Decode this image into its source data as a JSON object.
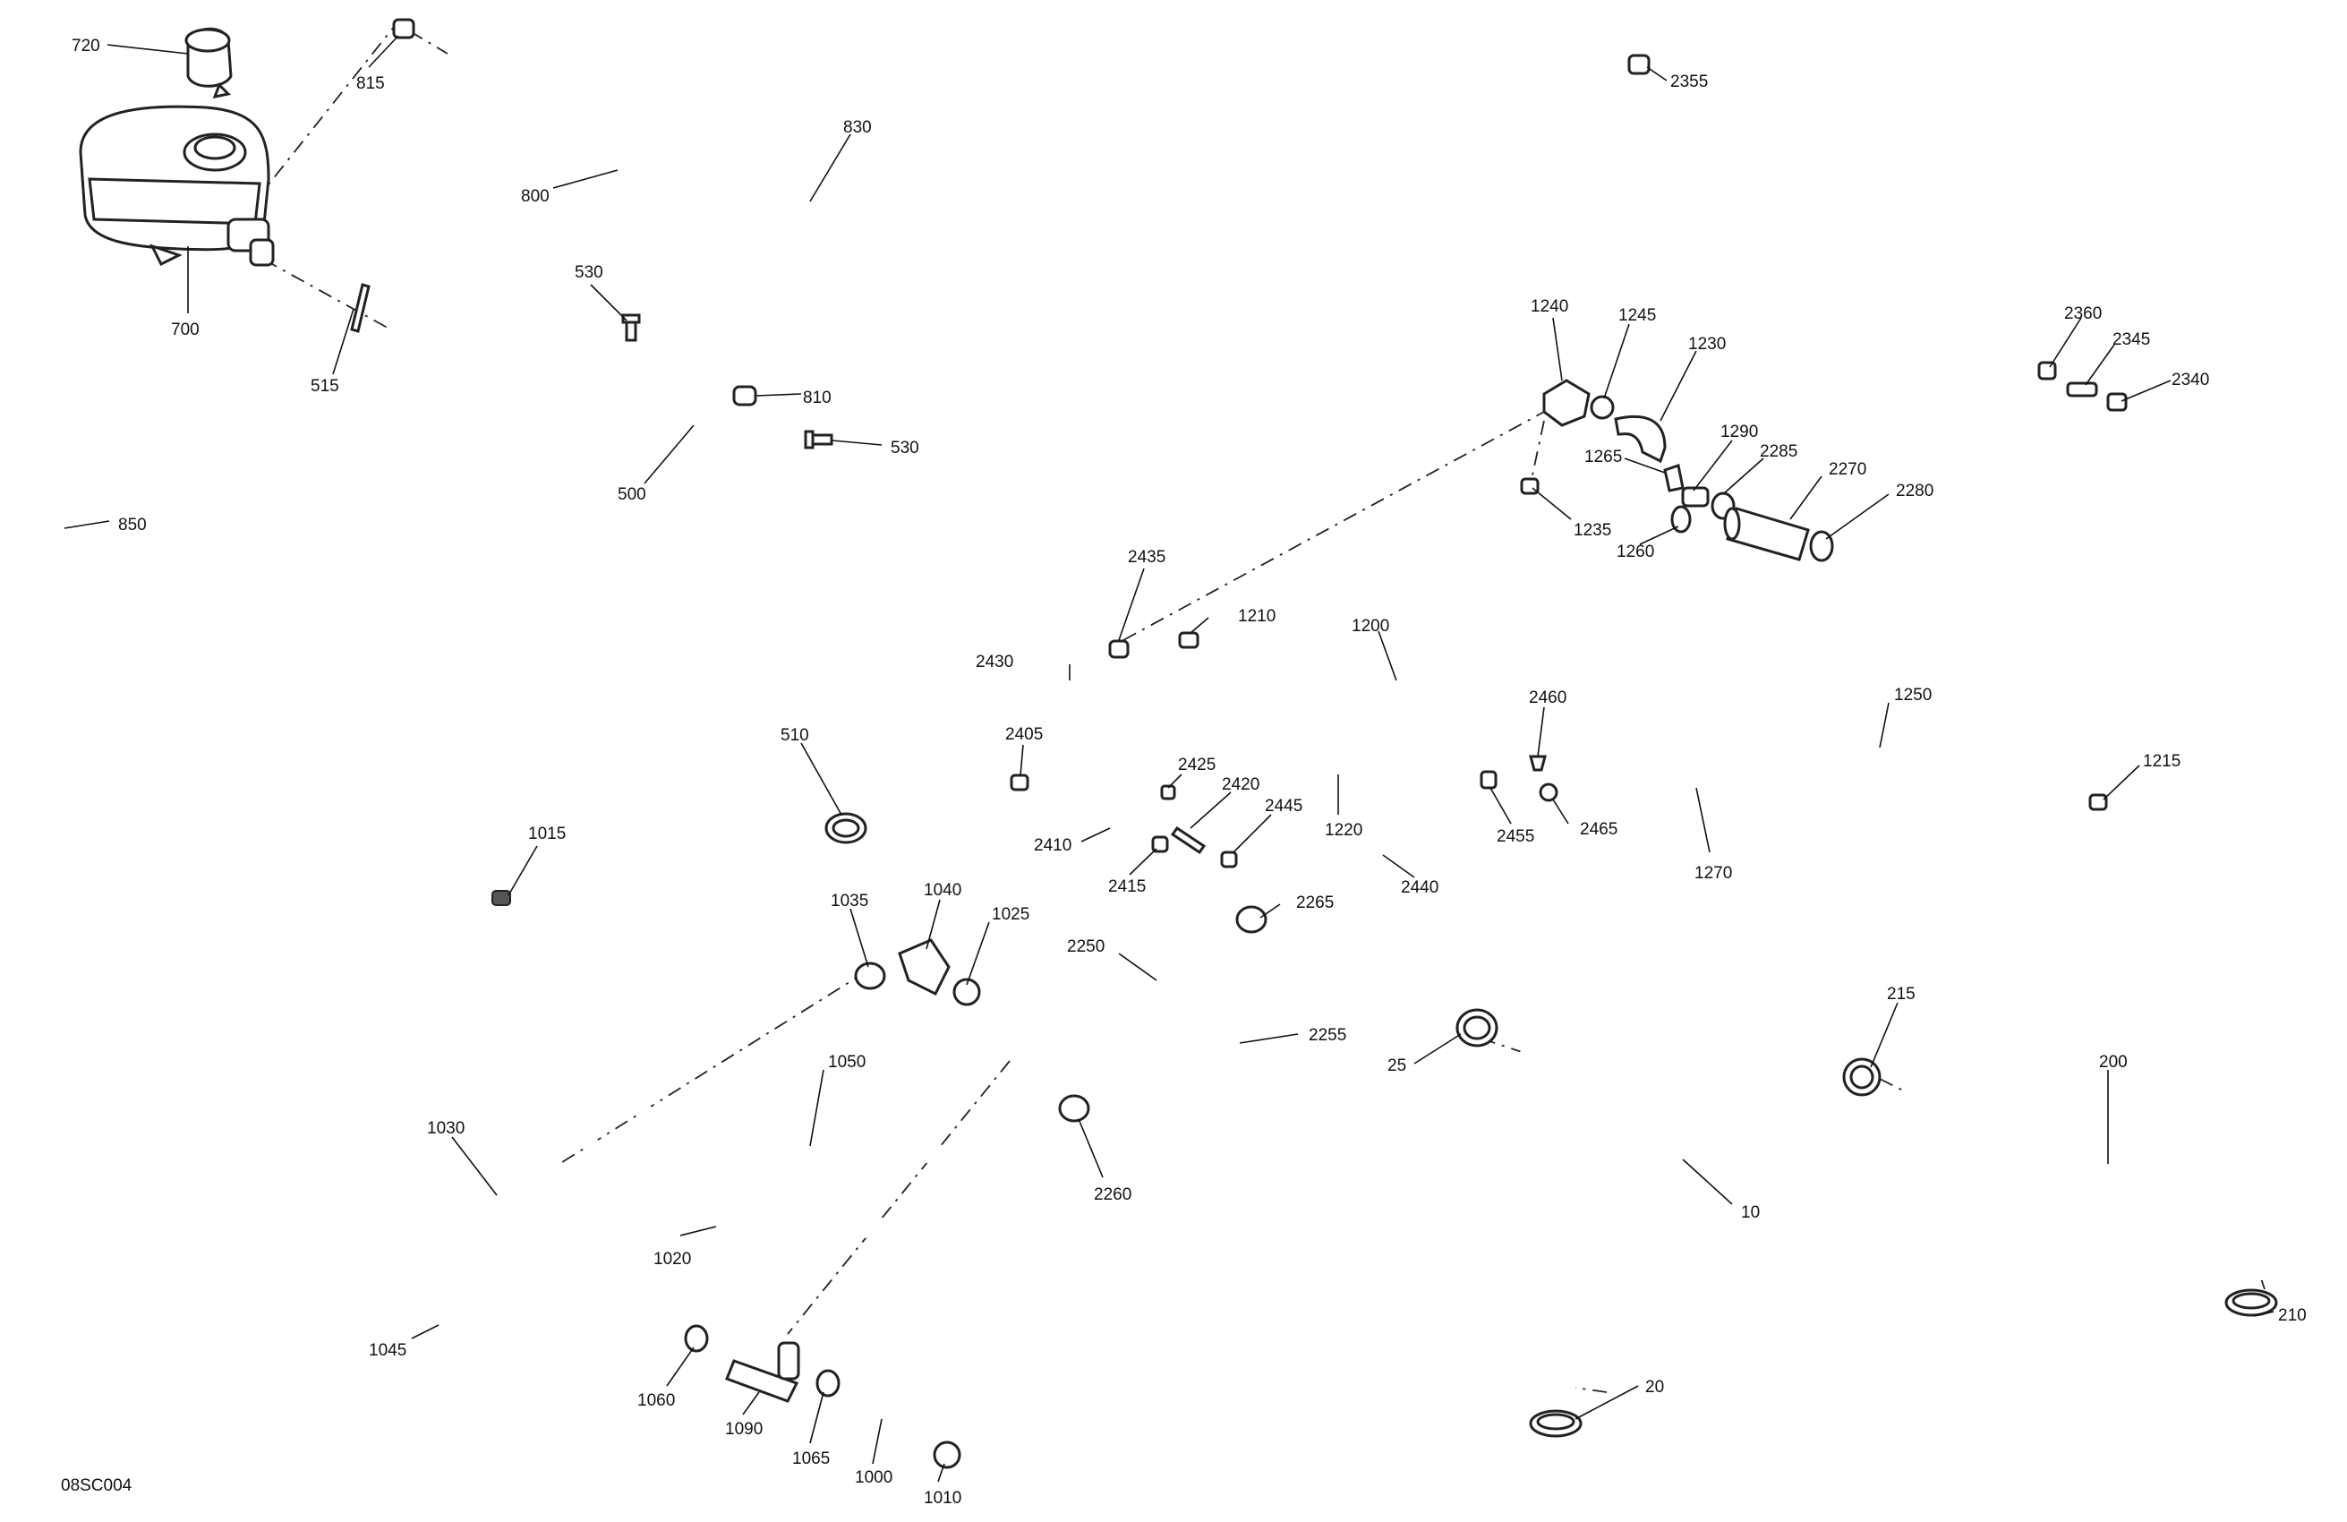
{
  "diagram": {
    "code": "08SC004",
    "labels": [
      "720",
      "815",
      "830",
      "800",
      "700",
      "530",
      "515",
      "810",
      "530",
      "500",
      "850",
      "510",
      "1015",
      "1035",
      "1040",
      "1025",
      "1050",
      "1030",
      "1020",
      "1045",
      "1060",
      "1090",
      "1065",
      "1000",
      "1010",
      "2260",
      "2250",
      "2265",
      "2255",
      "2435",
      "2430",
      "1210",
      "1200",
      "2405",
      "2425",
      "2420",
      "2445",
      "2410",
      "2415",
      "2440",
      "1220",
      "2460",
      "2455",
      "2465",
      "1240",
      "1245",
      "1230",
      "1265",
      "1290",
      "2285",
      "2270",
      "2280",
      "1235",
      "1260",
      "1250",
      "1215",
      "1270",
      "2355",
      "2360",
      "2345",
      "2340",
      "25",
      "10",
      "20",
      "215",
      "200",
      "210"
    ]
  }
}
